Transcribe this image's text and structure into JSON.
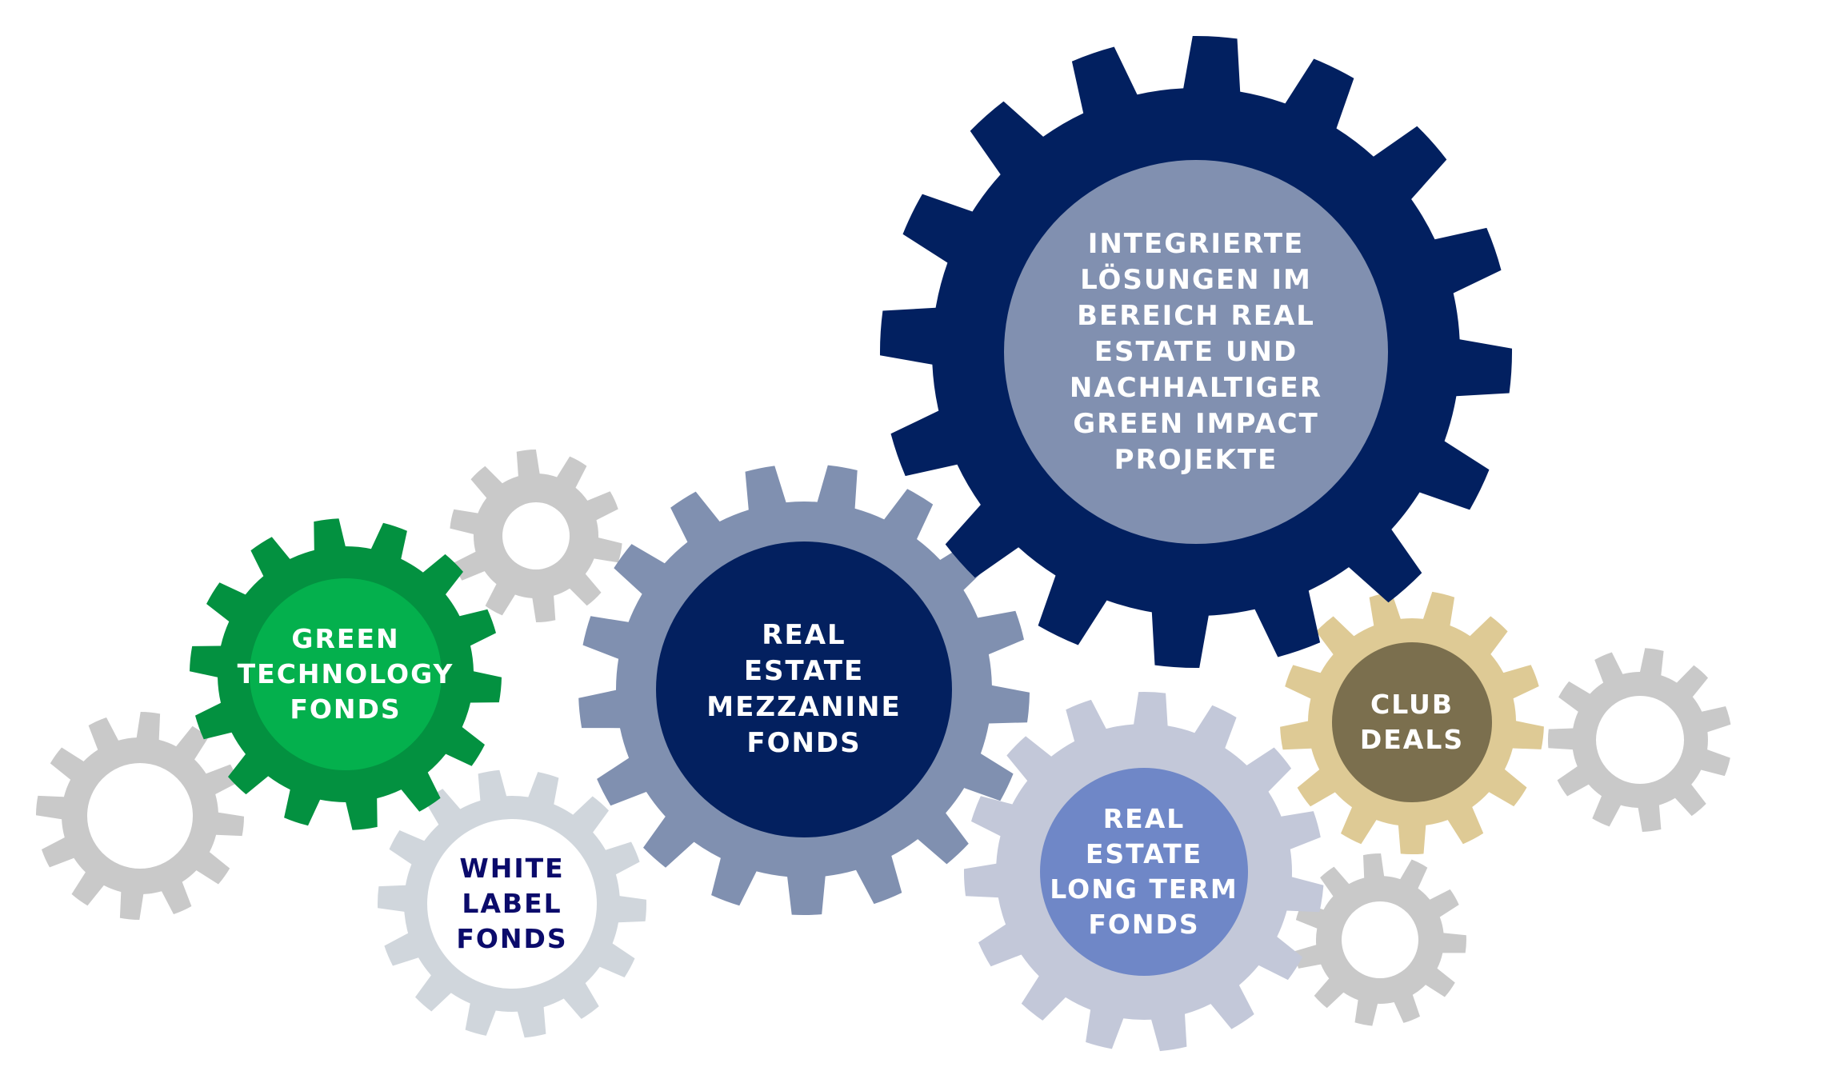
{
  "diagram": {
    "gears": [
      {
        "id": "integrated",
        "label": "INTEGRIERTE\nLÖSUNGEN IM\nBEREICH REAL\nESTATE UND\nNACHHALTIGER\nGREEN IMPACT\nPROJEKTE",
        "color": "#022060",
        "hub_color": "#8190B0",
        "text_color": "#FFFFFF"
      },
      {
        "id": "mezzanine",
        "label": "REAL\nESTATE\nMEZZANINE\nFONDS",
        "color": "#8090B0",
        "hub_color": "#03205F",
        "text_color": "#FFFFFF"
      },
      {
        "id": "green-technology",
        "label": "GREEN\nTECHNOLOGY\nFONDS",
        "color": "#039140",
        "hub_color": "#04B04D",
        "text_color": "#FFFFFF"
      },
      {
        "id": "white-label",
        "label": "WHITE\nLABEL\nFONDS",
        "color": "#D0D6DC",
        "hub_color": "#FFFFFF",
        "text_color": "#0B0B6B"
      },
      {
        "id": "long-term",
        "label": "REAL\nESTATE\nLONG TERM\nFONDS",
        "color": "#C3C8D9",
        "hub_color": "#6F87C7",
        "text_color": "#FFFFFF"
      },
      {
        "id": "club-deals",
        "label": "CLUB\nDEALS",
        "color": "#DECA95",
        "hub_color": "#7B6F4E",
        "text_color": "#FFFFFF"
      }
    ],
    "decorative_gear_color": "#C9C9C9"
  }
}
